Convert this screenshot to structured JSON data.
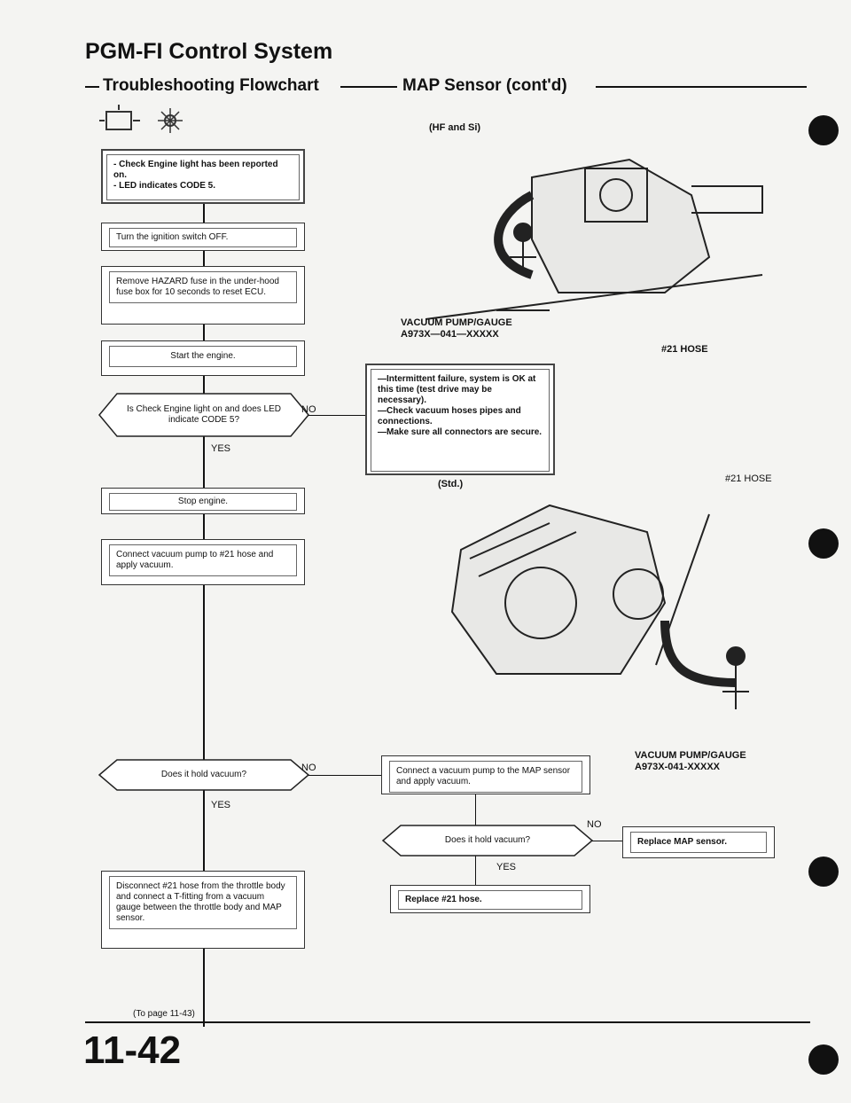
{
  "header": {
    "title": "PGM-FI Control System",
    "subtitle_left": "Troubleshooting Flowchart",
    "subtitle_right": "MAP Sensor (cont'd)"
  },
  "flow": {
    "start_box": [
      "- Check Engine light has been reported on.",
      "- LED indicates CODE 5."
    ],
    "step1": "Turn the ignition switch OFF.",
    "step2": "Remove HAZARD fuse in the under-hood fuse box for 10 seconds to reset ECU.",
    "step3": "Start the engine.",
    "decision1": "Is Check Engine light on and does LED indicate CODE 5?",
    "no_label": "NO",
    "yes_label": "YES",
    "no_result": [
      "—Intermittent failure, system is OK at this time (test drive may be necessary).",
      "—Check vacuum hoses pipes and connections.",
      "—Make sure all connectors are secure."
    ],
    "step4": "Stop engine.",
    "step5": "Connect vacuum pump to #21 hose and apply vacuum.",
    "decision2": "Does it hold vacuum?",
    "step6": "Connect a vacuum pump to the MAP sensor and apply vacuum.",
    "decision3": "Does it hold vacuum?",
    "replace_map": "Replace MAP sensor.",
    "replace_hose": "Replace #21 hose.",
    "step7": "Disconnect #21 hose from the throttle body and connect a T-fitting from a vacuum gauge between the throttle body and MAP sensor.",
    "continue": "(To page 11-43)"
  },
  "figure": {
    "hf_label": "(HF and Si)",
    "std_label": "(Std.)",
    "pump_label_top": "VACUUM PUMP/GAUGE",
    "pump_part_top": "A973X—041—XXXXX",
    "hose_label_top": "#21 HOSE",
    "hose_label_bottom": "#21 HOSE",
    "pump_label_bottom": "VACUUM PUMP/GAUGE",
    "pump_part_bottom": "A973X-041-XXXXX"
  },
  "footer": {
    "page_number": "11-42"
  }
}
